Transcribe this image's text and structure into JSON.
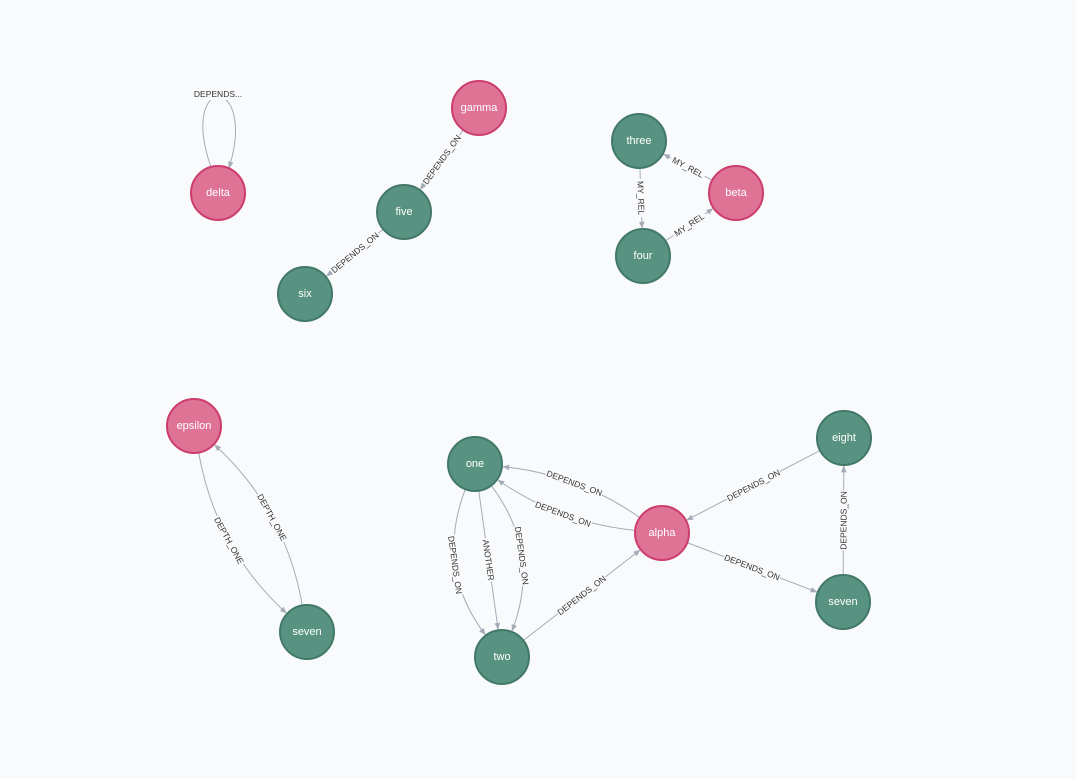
{
  "colors": {
    "background": "#f9fafc",
    "node_pink_fill": "#de7396",
    "node_pink_stroke": "#cc3c6c",
    "node_green_fill": "#579380",
    "node_green_stroke": "#427867",
    "edge": "#a5abb6",
    "edge_label": "#333333",
    "node_label": "#ffffff"
  },
  "nodes": [
    {
      "id": "delta",
      "label": "delta",
      "group": "pink"
    },
    {
      "id": "gamma",
      "label": "gamma",
      "group": "pink"
    },
    {
      "id": "five",
      "label": "five",
      "group": "green"
    },
    {
      "id": "six",
      "label": "six",
      "group": "green"
    },
    {
      "id": "three",
      "label": "three",
      "group": "green"
    },
    {
      "id": "beta",
      "label": "beta",
      "group": "pink"
    },
    {
      "id": "four",
      "label": "four",
      "group": "green"
    },
    {
      "id": "epsilon",
      "label": "epsilon",
      "group": "pink"
    },
    {
      "id": "sevenA",
      "label": "seven",
      "group": "green"
    },
    {
      "id": "one",
      "label": "one",
      "group": "green"
    },
    {
      "id": "two",
      "label": "two",
      "group": "green"
    },
    {
      "id": "alpha",
      "label": "alpha",
      "group": "pink"
    },
    {
      "id": "eight",
      "label": "eight",
      "group": "green"
    },
    {
      "id": "sevenB",
      "label": "seven",
      "group": "green"
    }
  ],
  "edges": [
    {
      "source": "delta",
      "target": "delta",
      "label": "DEPENDS..."
    },
    {
      "source": "gamma",
      "target": "five",
      "label": "DEPENDS_ON"
    },
    {
      "source": "five",
      "target": "six",
      "label": "DEPENDS_ON"
    },
    {
      "source": "beta",
      "target": "three",
      "label": "MY_REL"
    },
    {
      "source": "three",
      "target": "four",
      "label": "MY_REL"
    },
    {
      "source": "four",
      "target": "beta",
      "label": "MY_REL"
    },
    {
      "source": "epsilon",
      "target": "sevenA",
      "label": "DEPTH_ONE"
    },
    {
      "source": "sevenA",
      "target": "epsilon",
      "label": "DEPTH_ONE"
    },
    {
      "source": "alpha",
      "target": "one",
      "label": "DEPENDS_ON"
    },
    {
      "source": "alpha",
      "target": "one",
      "label": "DEPENDS_ON"
    },
    {
      "source": "one",
      "target": "two",
      "label": "DEPENDS_ON"
    },
    {
      "source": "one",
      "target": "two",
      "label": "ANOTHER"
    },
    {
      "source": "one",
      "target": "two",
      "label": "DEPENDS_ON"
    },
    {
      "source": "two",
      "target": "alpha",
      "label": "DEPENDS_ON"
    },
    {
      "source": "eight",
      "target": "alpha",
      "label": "DEPENDS_ON"
    },
    {
      "source": "alpha",
      "target": "sevenB",
      "label": "DEPENDS_ON"
    },
    {
      "source": "sevenB",
      "target": "eight",
      "label": "DEPENDS_ON"
    }
  ]
}
